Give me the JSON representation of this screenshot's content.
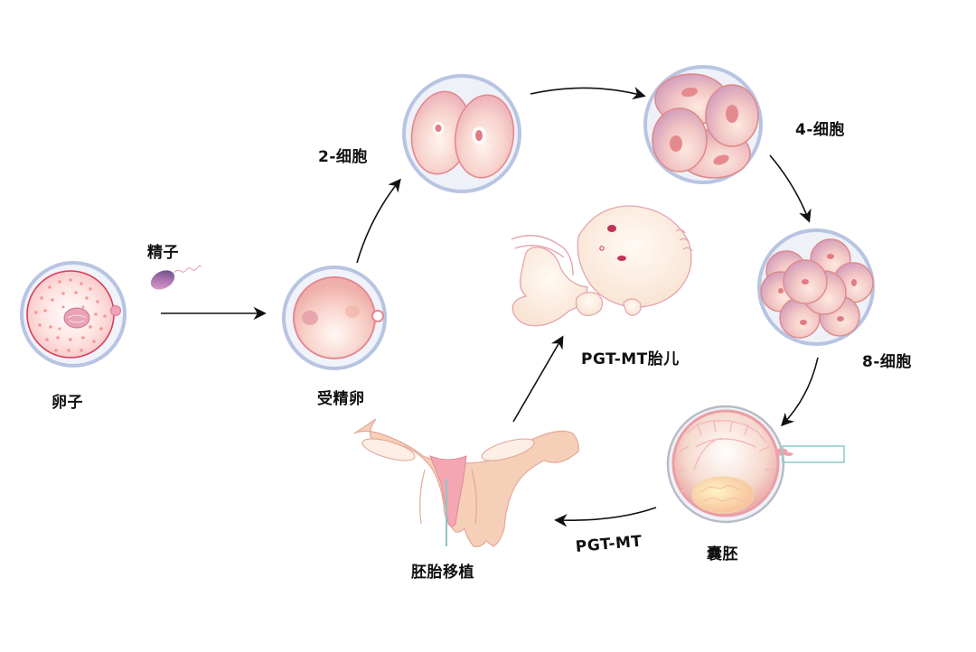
{
  "diagram": {
    "title": "PGT-MT embryo development and transfer process",
    "stages": [
      {
        "id": "egg",
        "label": "卵子"
      },
      {
        "id": "sperm",
        "label": "精子"
      },
      {
        "id": "zygote",
        "label": "受精卵"
      },
      {
        "id": "two-cell",
        "label": "2-细胞"
      },
      {
        "id": "four-cell",
        "label": "4-细胞"
      },
      {
        "id": "eight-cell",
        "label": "8-细胞"
      },
      {
        "id": "blastocyst",
        "label": "囊胚"
      },
      {
        "id": "embryo-transfer",
        "label": "胚胎移植"
      },
      {
        "id": "fetus",
        "label": "PGT-MT胎儿"
      }
    ],
    "edges": [
      {
        "from": "egg",
        "to": "zygote",
        "label": ""
      },
      {
        "from": "zygote",
        "to": "two-cell",
        "label": ""
      },
      {
        "from": "two-cell",
        "to": "four-cell",
        "label": ""
      },
      {
        "from": "four-cell",
        "to": "eight-cell",
        "label": ""
      },
      {
        "from": "eight-cell",
        "to": "blastocyst",
        "label": ""
      },
      {
        "from": "blastocyst",
        "to": "embryo-transfer",
        "label": "PGT-MT"
      },
      {
        "from": "embryo-transfer",
        "to": "fetus",
        "label": ""
      }
    ],
    "edge_label_pgt": "PGT-MT",
    "colors": {
      "zona": "#b9c6e0",
      "zona_fill": "#eef1f8",
      "cell_fill": "#f6c9c6",
      "cell_stroke": "#e08a8a",
      "nucleus": "#e07c84",
      "arrow": "#111111",
      "pipette": "#8fcfc4",
      "skin": "#fbe9dc",
      "skin_stroke": "#e4a3ae"
    }
  }
}
